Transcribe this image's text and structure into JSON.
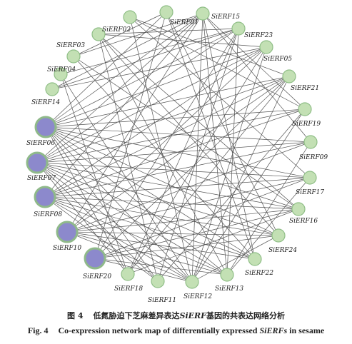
{
  "colors": {
    "hub_fill": "#8c89cc",
    "hub_stroke": "#8fb98a",
    "node_fill": "#c3e0b4",
    "node_stroke": "#8fbe86",
    "edge": "#555555"
  },
  "nodes": [
    {
      "id": "SiERF01",
      "hub": false
    },
    {
      "id": "SiERF15",
      "hub": false
    },
    {
      "id": "SiERF23",
      "hub": false
    },
    {
      "id": "SiERF05",
      "hub": false
    },
    {
      "id": "SiERF21",
      "hub": false
    },
    {
      "id": "SiERF19",
      "hub": false
    },
    {
      "id": "SiERF09",
      "hub": false
    },
    {
      "id": "SiERF17",
      "hub": false
    },
    {
      "id": "SiERF16",
      "hub": false
    },
    {
      "id": "SiERF24",
      "hub": false
    },
    {
      "id": "SiERF22",
      "hub": false
    },
    {
      "id": "SiERF13",
      "hub": false
    },
    {
      "id": "SiERF12",
      "hub": false
    },
    {
      "id": "SiERF11",
      "hub": false
    },
    {
      "id": "SiERF18",
      "hub": false
    },
    {
      "id": "SiERF20",
      "hub": true
    },
    {
      "id": "SiERF10",
      "hub": true
    },
    {
      "id": "SiERF08",
      "hub": true
    },
    {
      "id": "SiERF07",
      "hub": true
    },
    {
      "id": "SiERF06",
      "hub": true
    },
    {
      "id": "SiERF14",
      "hub": false
    },
    {
      "id": "SiERF04",
      "hub": false
    },
    {
      "id": "SiERF03",
      "hub": false
    },
    {
      "id": "SiERF02",
      "hub": false
    },
    {
      "id": "unlabeled-a",
      "hub": false
    },
    {
      "id": "unlabeled-b",
      "hub": false
    }
  ],
  "edges": [
    [
      "SiERF06",
      "SiERF09"
    ],
    [
      "SiERF06",
      "SiERF17"
    ],
    [
      "SiERF06",
      "SiERF19"
    ],
    [
      "SiERF06",
      "SiERF16"
    ],
    [
      "SiERF06",
      "SiERF24"
    ],
    [
      "SiERF06",
      "SiERF22"
    ],
    [
      "SiERF06",
      "SiERF13"
    ],
    [
      "SiERF06",
      "SiERF12"
    ],
    [
      "SiERF06",
      "SiERF11"
    ],
    [
      "SiERF06",
      "SiERF18"
    ],
    [
      "SiERF06",
      "SiERF15"
    ],
    [
      "SiERF06",
      "SiERF23"
    ],
    [
      "SiERF06",
      "SiERF05"
    ],
    [
      "SiERF06",
      "SiERF21"
    ],
    [
      "SiERF06",
      "SiERF01"
    ],
    [
      "SiERF07",
      "SiERF09"
    ],
    [
      "SiERF07",
      "SiERF19"
    ],
    [
      "SiERF07",
      "SiERF17"
    ],
    [
      "SiERF07",
      "SiERF16"
    ],
    [
      "SiERF07",
      "SiERF24"
    ],
    [
      "SiERF07",
      "SiERF13"
    ],
    [
      "SiERF07",
      "SiERF12"
    ],
    [
      "SiERF07",
      "SiERF11"
    ],
    [
      "SiERF07",
      "SiERF18"
    ],
    [
      "SiERF07",
      "SiERF22"
    ],
    [
      "SiERF07",
      "SiERF21"
    ],
    [
      "SiERF07",
      "SiERF15"
    ],
    [
      "SiERF07",
      "SiERF05"
    ],
    [
      "SiERF07",
      "SiERF23"
    ],
    [
      "SiERF08",
      "SiERF17"
    ],
    [
      "SiERF08",
      "SiERF09"
    ],
    [
      "SiERF08",
      "SiERF16"
    ],
    [
      "SiERF08",
      "SiERF24"
    ],
    [
      "SiERF08",
      "SiERF13"
    ],
    [
      "SiERF08",
      "SiERF12"
    ],
    [
      "SiERF08",
      "SiERF11"
    ],
    [
      "SiERF08",
      "SiERF22"
    ],
    [
      "SiERF08",
      "SiERF21"
    ],
    [
      "SiERF08",
      "SiERF19"
    ],
    [
      "SiERF08",
      "SiERF15"
    ],
    [
      "SiERF08",
      "SiERF05"
    ],
    [
      "SiERF10",
      "SiERF16"
    ],
    [
      "SiERF10",
      "SiERF24"
    ],
    [
      "SiERF10",
      "SiERF13"
    ],
    [
      "SiERF10",
      "SiERF12"
    ],
    [
      "SiERF10",
      "SiERF17"
    ],
    [
      "SiERF10",
      "SiERF09"
    ],
    [
      "SiERF10",
      "SiERF22"
    ],
    [
      "SiERF10",
      "SiERF21"
    ],
    [
      "SiERF10",
      "SiERF15"
    ],
    [
      "SiERF10",
      "SiERF05"
    ],
    [
      "SiERF20",
      "SiERF24"
    ],
    [
      "SiERF20",
      "SiERF13"
    ],
    [
      "SiERF20",
      "SiERF12"
    ],
    [
      "SiERF20",
      "SiERF16"
    ],
    [
      "SiERF20",
      "SiERF17"
    ],
    [
      "SiERF20",
      "SiERF21"
    ],
    [
      "SiERF20",
      "SiERF23"
    ],
    [
      "SiERF20",
      "SiERF01"
    ],
    [
      "SiERF02",
      "SiERF23"
    ],
    [
      "SiERF02",
      "SiERF05"
    ],
    [
      "SiERF02",
      "SiERF11"
    ],
    [
      "SiERF02",
      "SiERF13"
    ],
    [
      "SiERF02",
      "SiERF24"
    ],
    [
      "SiERF02",
      "SiERF16"
    ],
    [
      "SiERF03",
      "SiERF01"
    ],
    [
      "SiERF03",
      "SiERF15"
    ],
    [
      "SiERF03",
      "SiERF16"
    ],
    [
      "SiERF03",
      "SiERF22"
    ],
    [
      "SiERF04",
      "SiERF18"
    ],
    [
      "SiERF04",
      "SiERF23"
    ],
    [
      "SiERF04",
      "SiERF12"
    ],
    [
      "SiERF14",
      "SiERF23"
    ],
    [
      "SiERF14",
      "SiERF05"
    ],
    [
      "SiERF14",
      "SiERF15"
    ],
    [
      "unlabeled-a",
      "SiERF21"
    ],
    [
      "unlabeled-a",
      "SiERF17"
    ],
    [
      "unlabeled-a",
      "SiERF12"
    ],
    [
      "unlabeled-a",
      "SiERF19"
    ],
    [
      "unlabeled-b",
      "SiERF13"
    ],
    [
      "unlabeled-b",
      "SiERF22"
    ],
    [
      "unlabeled-b",
      "SiERF09"
    ],
    [
      "SiERF01",
      "SiERF24"
    ],
    [
      "SiERF01",
      "SiERF22"
    ],
    [
      "SiERF15",
      "SiERF13"
    ],
    [
      "SiERF15",
      "SiERF12"
    ],
    [
      "SiERF15",
      "SiERF22"
    ],
    [
      "SiERF15",
      "SiERF19"
    ],
    [
      "SiERF15",
      "SiERF09"
    ],
    [
      "SiERF23",
      "SiERF18"
    ],
    [
      "SiERF23",
      "SiERF11"
    ],
    [
      "SiERF23",
      "SiERF13"
    ],
    [
      "SiERF05",
      "SiERF12"
    ],
    [
      "SiERF05",
      "SiERF18"
    ],
    [
      "SiERF21",
      "SiERF18"
    ],
    [
      "SiERF21",
      "SiERF12"
    ],
    [
      "SiERF19",
      "SiERF11"
    ],
    [
      "SiERF19",
      "SiERF12"
    ],
    [
      "SiERF09",
      "SiERF13"
    ],
    [
      "SiERF17",
      "SiERF13"
    ],
    [
      "SiERF16",
      "SiERF18"
    ],
    [
      "SiERF24",
      "SiERF12"
    ]
  ],
  "caption_zh": {
    "fig_no": "图 4",
    "text_before": "低氮胁迫下芝麻差异表达",
    "gene": "SiERF",
    "text_after": "基因的共表达网络分析"
  },
  "caption_en": {
    "fig_no": "Fig. 4",
    "text_before": "Co-expression network map of differentially expressed ",
    "gene": "SiERFs",
    "text_after": " in sesame"
  }
}
